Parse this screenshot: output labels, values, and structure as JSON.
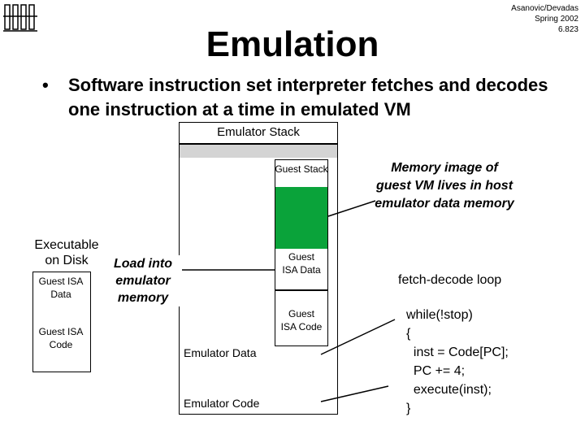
{
  "header": {
    "credit_lines": [
      "Asanovic/Devadas",
      "Spring 2002",
      "6.823"
    ],
    "logo_icon": "mit-logo-icon"
  },
  "slide": {
    "title": "Emulation",
    "bullet": "Software instruction set interpreter fetches and decodes one instruction at a time in emulated VM"
  },
  "diagram": {
    "emulator_stack": "Emulator Stack",
    "guest_stack": "Guest Stack",
    "guest_isa_data": "Guest ISA Data",
    "guest_isa_code": "Guest ISA Code",
    "emulator_data": "Emulator Data",
    "emulator_code": "Emulator Code",
    "executable_title": "Executable on Disk",
    "disk_guest_isa_data": "Guest ISA Data",
    "disk_guest_isa_code": "Guest ISA Code",
    "load_label": "Load into emulator memory",
    "memory_note": "Memory image of guest VM lives in host emulator data memory",
    "loop_title": "fetch-decode loop",
    "code_lines": [
      "while(!stop)",
      "{",
      "  inst = Code[PC];",
      "  PC += 4;",
      "  execute(inst);",
      "}"
    ],
    "colors": {
      "guest_fill": "#0aa33a",
      "stack_band": "#d4d4d4"
    }
  }
}
